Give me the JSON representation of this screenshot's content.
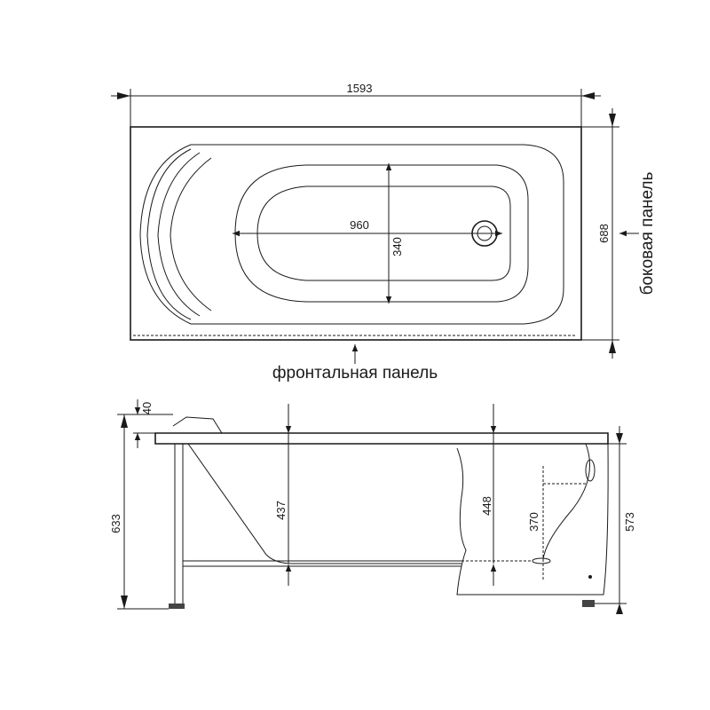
{
  "top_view": {
    "length": "1593",
    "width": "688",
    "inner_length": "960",
    "inner_width": "340",
    "side_panel_label": "боковая панель",
    "front_panel_label": "фронтальная панель"
  },
  "side_view": {
    "rim_height": "40",
    "total_height": "633",
    "depth_left": "437",
    "depth_center": "448",
    "drain_height": "370",
    "panel_height": "573"
  }
}
